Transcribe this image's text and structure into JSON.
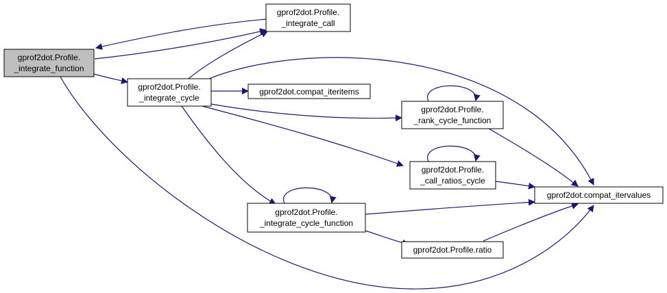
{
  "colors": {
    "edge": "#191970",
    "focus_fill": "#bfbfbf",
    "node_border": "#000000"
  },
  "nodes": {
    "integrate_function": {
      "line1": "gprof2dot.Profile.",
      "line2": "_integrate_function"
    },
    "integrate_call": {
      "line1": "gprof2dot.Profile.",
      "line2": "_integrate_call"
    },
    "integrate_cycle": {
      "line1": "gprof2dot.Profile.",
      "line2": "_integrate_cycle"
    },
    "compat_iteritems": {
      "line1": "gprof2dot.compat_iteritems"
    },
    "rank_cycle_function": {
      "line1": "gprof2dot.Profile.",
      "line2": "_rank_cycle_function"
    },
    "call_ratios_cycle": {
      "line1": "gprof2dot.Profile.",
      "line2": "_call_ratios_cycle"
    },
    "compat_itervalues": {
      "line1": "gprof2dot.compat_itervalues"
    },
    "integrate_cycle_function": {
      "line1": "gprof2dot.Profile.",
      "line2": "_integrate_cycle_function"
    },
    "ratio": {
      "line1": "gprof2dot.Profile.ratio"
    }
  }
}
